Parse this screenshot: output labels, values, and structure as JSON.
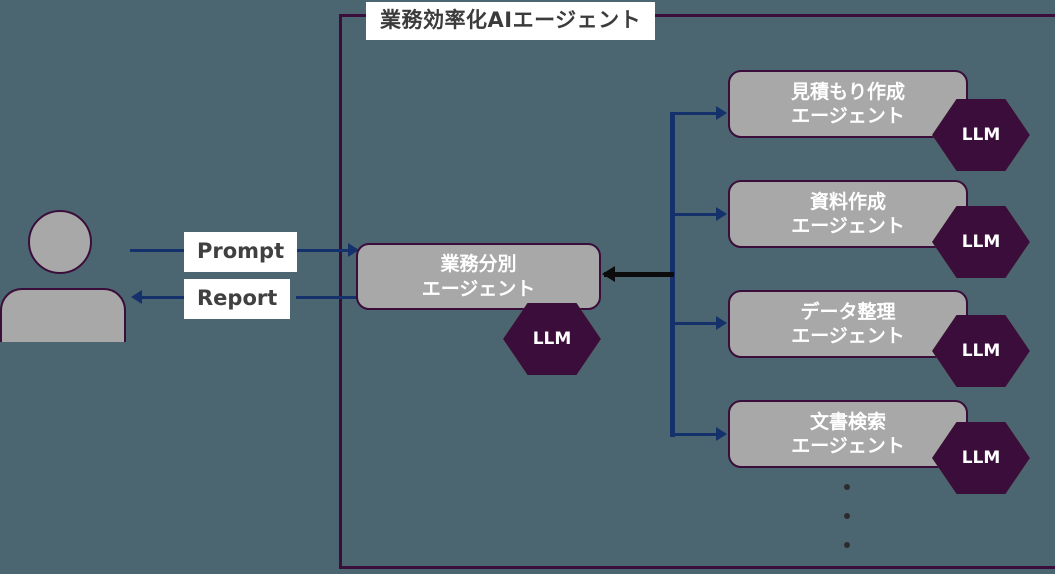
{
  "diagram": {
    "background_color": "#4b6670",
    "system": {
      "title": "業務効率化AIエージェント",
      "border_color": "#3b0d3b"
    },
    "actor": {
      "name": "user",
      "icon": "person-icon",
      "fill_color": "#a8a8a8"
    },
    "io_flows": [
      {
        "label": "Prompt",
        "direction": "user-to-system"
      },
      {
        "label": "Report",
        "direction": "system-to-user"
      }
    ],
    "orchestrator": {
      "label": "業務分別\nエージェント",
      "llm_badge": "LLM",
      "box_color": "#a8a8a8",
      "llm_color": "#8ed04a"
    },
    "sub_agents": [
      {
        "label": "見積もり作成\nエージェント",
        "llm_badge": "LLM"
      },
      {
        "label": "資料作成\nエージェント",
        "llm_badge": "LLM"
      },
      {
        "label": "データ整理\nエージェント",
        "llm_badge": "LLM"
      },
      {
        "label": "文書検索\nエージェント",
        "llm_badge": "LLM"
      }
    ],
    "more_indicator": "⋮",
    "connector_colors": {
      "dispatch": "#15316b",
      "return": "#0c0c0c"
    }
  }
}
